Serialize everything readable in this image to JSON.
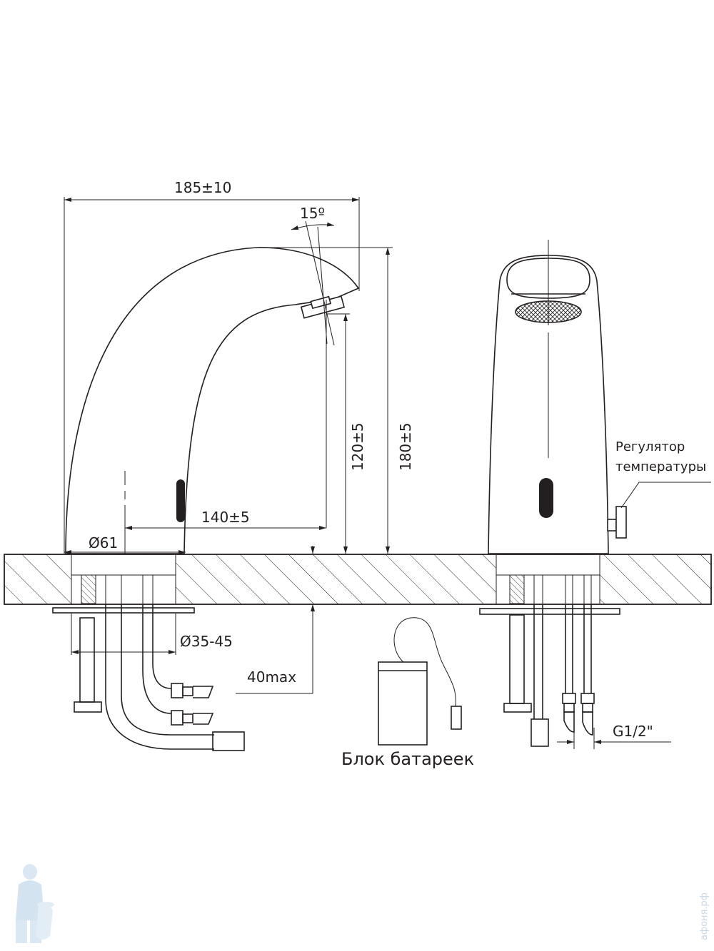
{
  "dimensions": {
    "overall_width": "185±10",
    "angle": "15º",
    "spout_reach": "140±5",
    "base_diameter": "Ø61",
    "spout_height": "120±5",
    "total_height": "180±5",
    "hole_diameter": "Ø35-45",
    "counter_thickness": "40max",
    "thread": "G1/2\""
  },
  "labels": {
    "temperature_line1": "Регулятор",
    "temperature_line2": "температуры",
    "battery_block": "Блок батареек"
  },
  "watermark": {
    "site": "афоня.рф"
  },
  "colors": {
    "line": "#231f20",
    "watermark": "#c9d8e6"
  }
}
